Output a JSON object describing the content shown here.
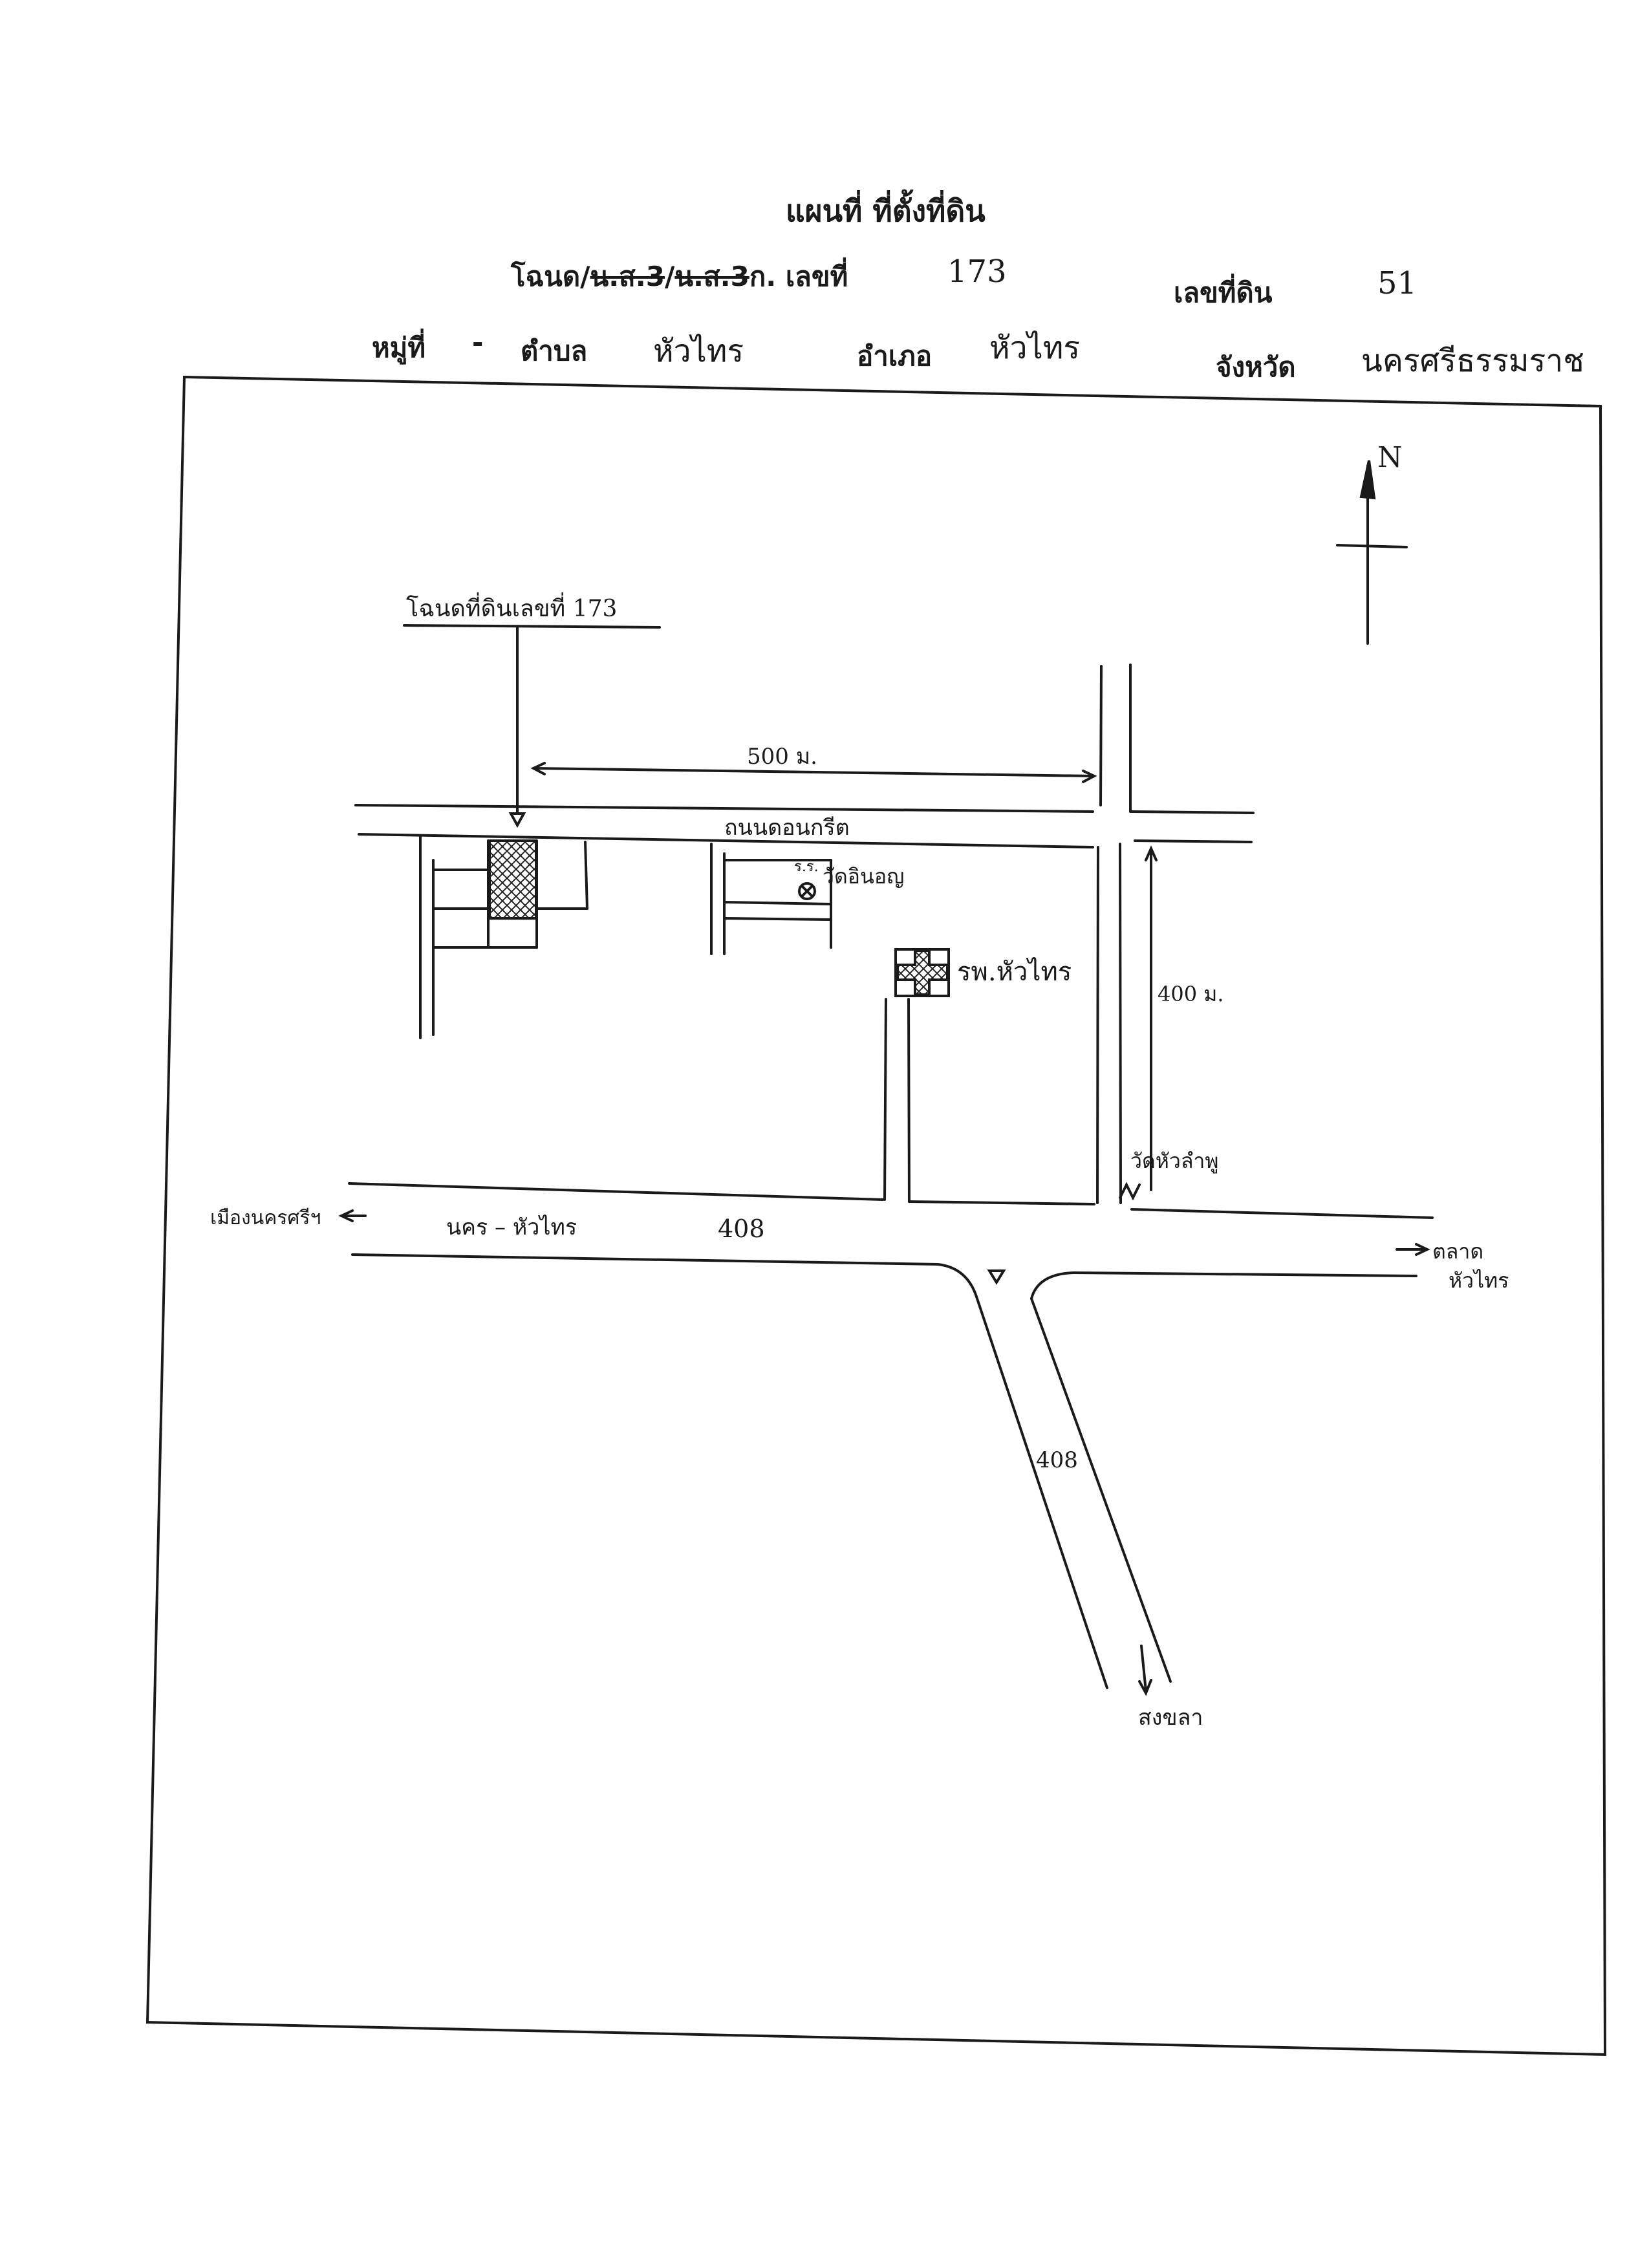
{
  "header": {
    "title": "แผนที่ ที่ตั้งที่ดิน",
    "doc_type": {
      "prefix": "โฉนด/",
      "ns3": "น.ส.3",
      "sep": "/",
      "ns3k": "น.ส.3",
      "suffix": "ก. เลขที่"
    },
    "doc_number": "173",
    "land_no_label": "เลขที่ดิน",
    "land_no": "51",
    "moo_label": "หมู่ที่",
    "moo_value": "-",
    "tambon_label": "ตำบล",
    "tambon_value": "หัวไทร",
    "amphoe_label": "อำเภอ",
    "amphoe_value": "หัวไทร",
    "province_label": "จังหวัด",
    "province_value": "นครศรีธรรมราช"
  },
  "map": {
    "north_label": "N",
    "parcel_label": "โฉนดที่ดินเลขที่ 173",
    "distance_top": "500 ม.",
    "distance_right": "400 ม.",
    "road_upper": "ถนนดอนกรีต",
    "school_label": "ร.ร.",
    "temple_label": "วัดอินอญ",
    "hospital_label": "รพ.หัวไทร",
    "temple2_label": "วัดหัวลำพู",
    "left_destination": "เมืองนครศรีฯ",
    "main_road_label": "นคร – หัวไทร",
    "main_road_no": "408",
    "market_line1": "ตลาด",
    "market_line2": "หัวไทร",
    "south_road_no": "408",
    "south_destination": "สงขลา"
  }
}
